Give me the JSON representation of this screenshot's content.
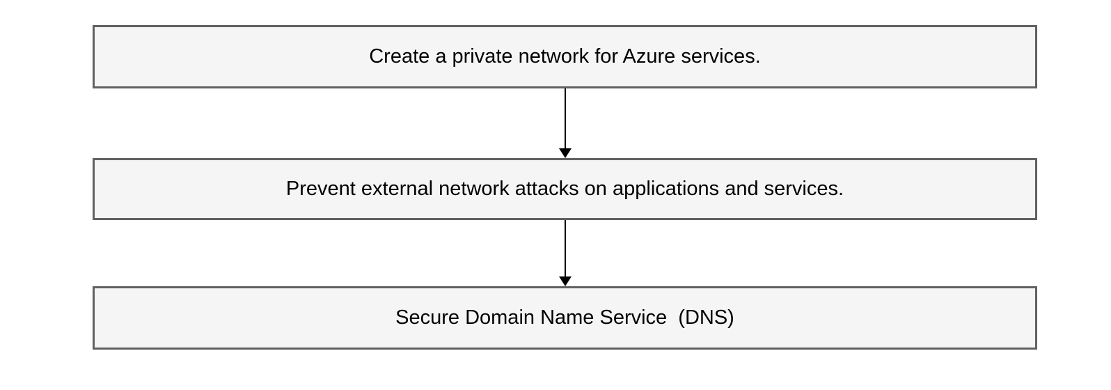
{
  "diagram": {
    "type": "flowchart",
    "direction": "top-down",
    "nodes": [
      {
        "id": "step-1",
        "label": "Create a private network for Azure services."
      },
      {
        "id": "step-2",
        "label": "Prevent external network attacks on applications and services."
      },
      {
        "id": "step-3",
        "label": "Secure Domain Name Service  (DNS)"
      }
    ],
    "edges": [
      {
        "from": "step-1",
        "to": "step-2",
        "style": "arrow-down"
      },
      {
        "from": "step-2",
        "to": "step-3",
        "style": "arrow-down"
      }
    ],
    "colors": {
      "background": "#ffffff",
      "node_fill": "#f5f5f5",
      "node_border": "#616161",
      "text": "#000000",
      "arrow": "#000000"
    }
  }
}
